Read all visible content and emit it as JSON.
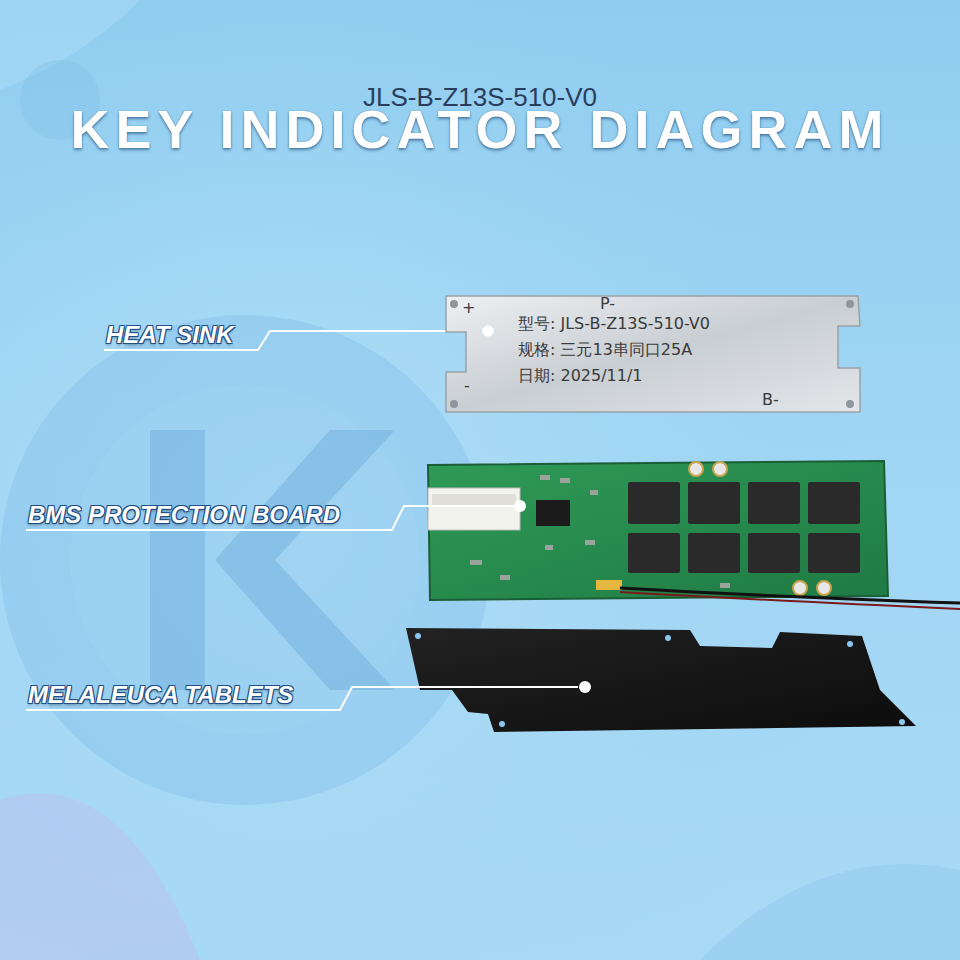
{
  "diagram": {
    "title": "KEY INDICATOR DIAGRAM",
    "nodes": [
      {
        "text": [
          "+",
          "P-",
          "型号: JLS-B-Z13S-510-V0",
          "规格: 三元13串同口25A",
          "日期: 2025/11/1",
          "-",
          "B-"
        ]
      }
    ],
    "labels": [
      "JLS-B-Z13S-510-V0",
      "HEAT SINK",
      "BMS PROTECTION BOARD",
      "MELALEUCA TABLETS"
    ]
  }
}
